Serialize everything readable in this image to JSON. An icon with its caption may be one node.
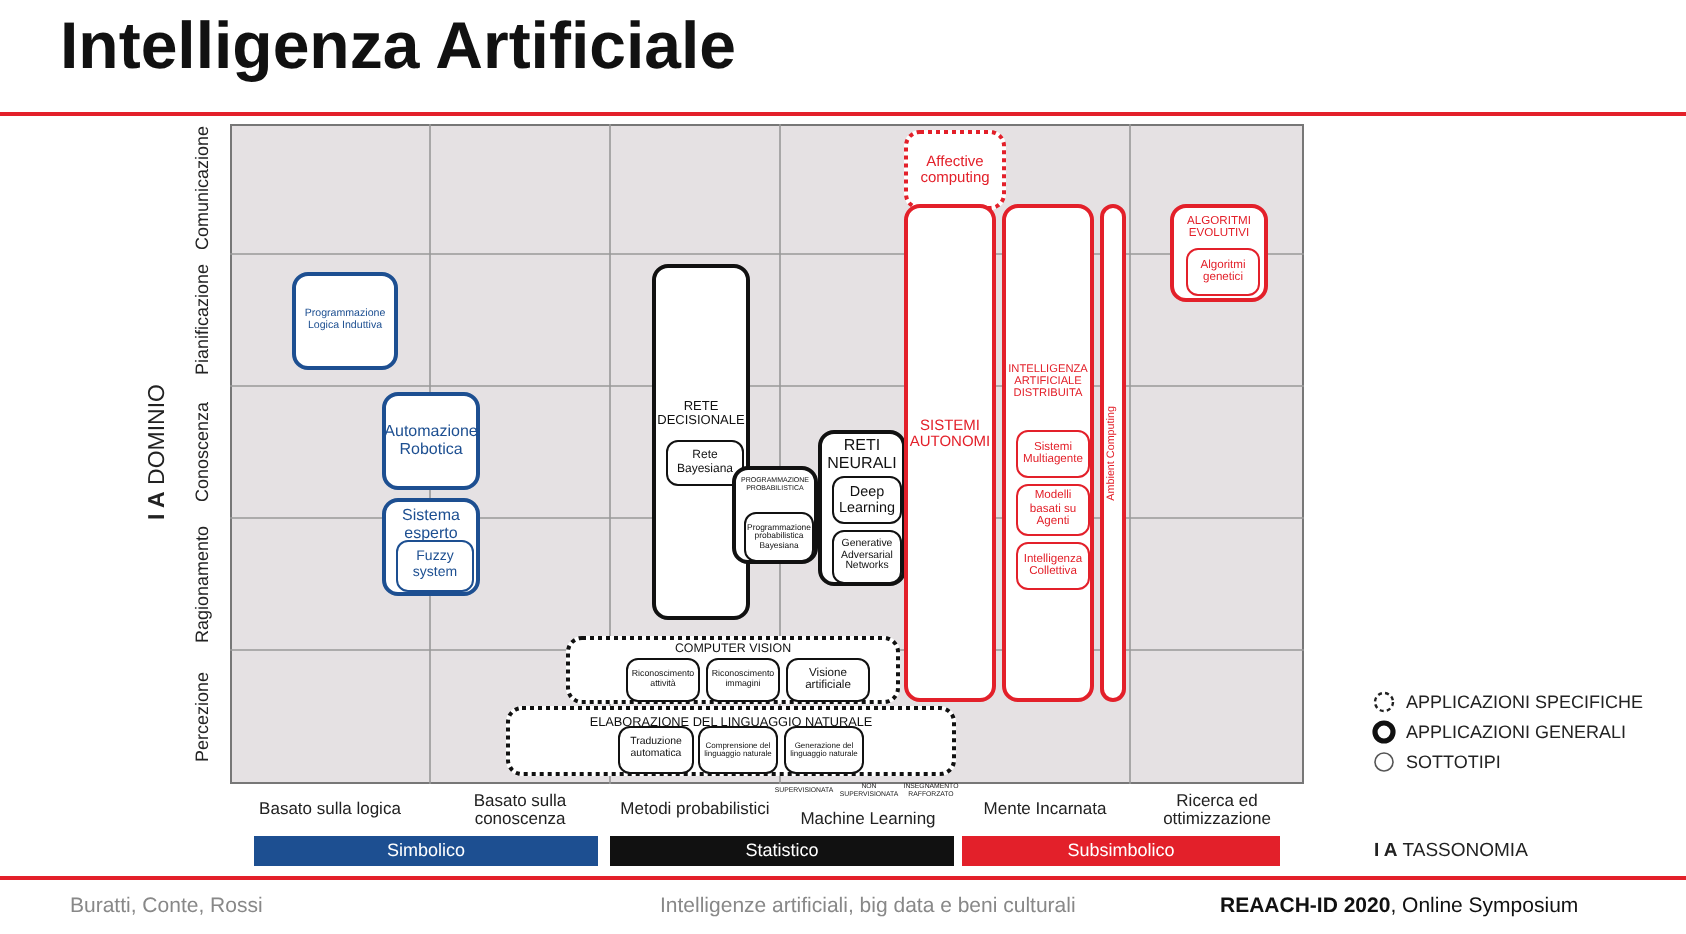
{
  "diagram": {
    "title": "Intelligenza Artificiale",
    "nodes": [
      {
        "text": [
          "Programmazione Logica Induttiva"
        ]
      },
      {
        "text": [
          "Automazione Robotica"
        ]
      },
      {
        "text": [
          "Sistema esperto"
        ]
      },
      {
        "text": [
          "Fuzzy system"
        ],
        "in": 2
      },
      {
        "text": [
          "RETE DECISIONALE"
        ]
      },
      {
        "text": [
          "Rete Bayesiana"
        ],
        "in": 4
      },
      {
        "text": [
          "PROGRAMMAZIONE PROBABILISTICA"
        ]
      },
      {
        "text": [
          "Programmazione probabilistica Bayesiana"
        ],
        "in": 6
      },
      {
        "text": [
          "RETI NEURALI"
        ]
      },
      {
        "text": [
          "Deep Learning"
        ],
        "in": 8
      },
      {
        "text": [
          "Generative Adversarial Networks"
        ],
        "in": 8
      },
      {
        "text": [
          "COMPUTER VISION"
        ]
      },
      {
        "text": [
          "Riconoscimento attività"
        ],
        "in": 11
      },
      {
        "text": [
          "Riconoscimento immagini"
        ],
        "in": 11
      },
      {
        "text": [
          "Visione artificiale"
        ],
        "in": 11
      },
      {
        "text": [
          "ELABORAZIONE DEL LINGUAGGIO NATURALE"
        ]
      },
      {
        "text": [
          "Traduzione automatica"
        ],
        "in": 15
      },
      {
        "text": [
          "Comprensione del linguaggio naturale"
        ],
        "in": 15
      },
      {
        "text": [
          "Generazione del linguaggio naturale"
        ],
        "in": 15
      },
      {
        "text": [
          "Affective computing"
        ]
      },
      {
        "text": [
          "SISTEMI AUTONOMI"
        ]
      },
      {
        "text": [
          "INTELLIGENZA ARTIFICIALE DISTRIBUITA"
        ]
      },
      {
        "text": [
          "Sistemi Multiagente"
        ],
        "in": 21
      },
      {
        "text": [
          "Modelli basati su Agenti"
        ],
        "in": 21
      },
      {
        "text": [
          "Intelligenza Collettiva"
        ],
        "in": 21
      },
      {
        "text": [
          "Ambient Computing"
        ]
      },
      {
        "text": [
          "ALGORITMI EVOLUTIVI"
        ]
      },
      {
        "text": [
          "Algoritmi genetici"
        ],
        "in": 26
      },
      {
        "text": [
          "Simbolico"
        ]
      },
      {
        "text": [
          "Statistico"
        ]
      },
      {
        "text": [
          "Subsimbolico"
        ]
      }
    ],
    "edges": [],
    "labels": [
      "Comunicazione",
      "Pianificazione",
      "**I A** DOMINIO",
      "Conoscenza",
      "Ragionamento",
      "Percezione",
      "Basato sulla logica",
      "Basato sulla conoscenza",
      "Metodi probabilistici",
      "SUPERVISIONATA",
      "NON SUPERVISIONATA",
      "INSEGNAMENTO RAFFORZATO",
      "Machine Learning",
      "Mente Incarnata",
      "Ricerca ed ottimizzazione",
      "**I A** TASSONOMIA",
      "Buratti, Conte, Rossi",
      "Intelligenze artificiali, big data e beni culturali",
      "**REAACH-ID 2020**, Online Symposium"
    ],
    "legend": [
      {
        "text": "APPLICAZIONI SPECIFICHE"
      },
      {
        "text": "APPLICAZIONI GENERALI"
      },
      {
        "text": "SOTTOTIPI"
      }
    ]
  }
}
